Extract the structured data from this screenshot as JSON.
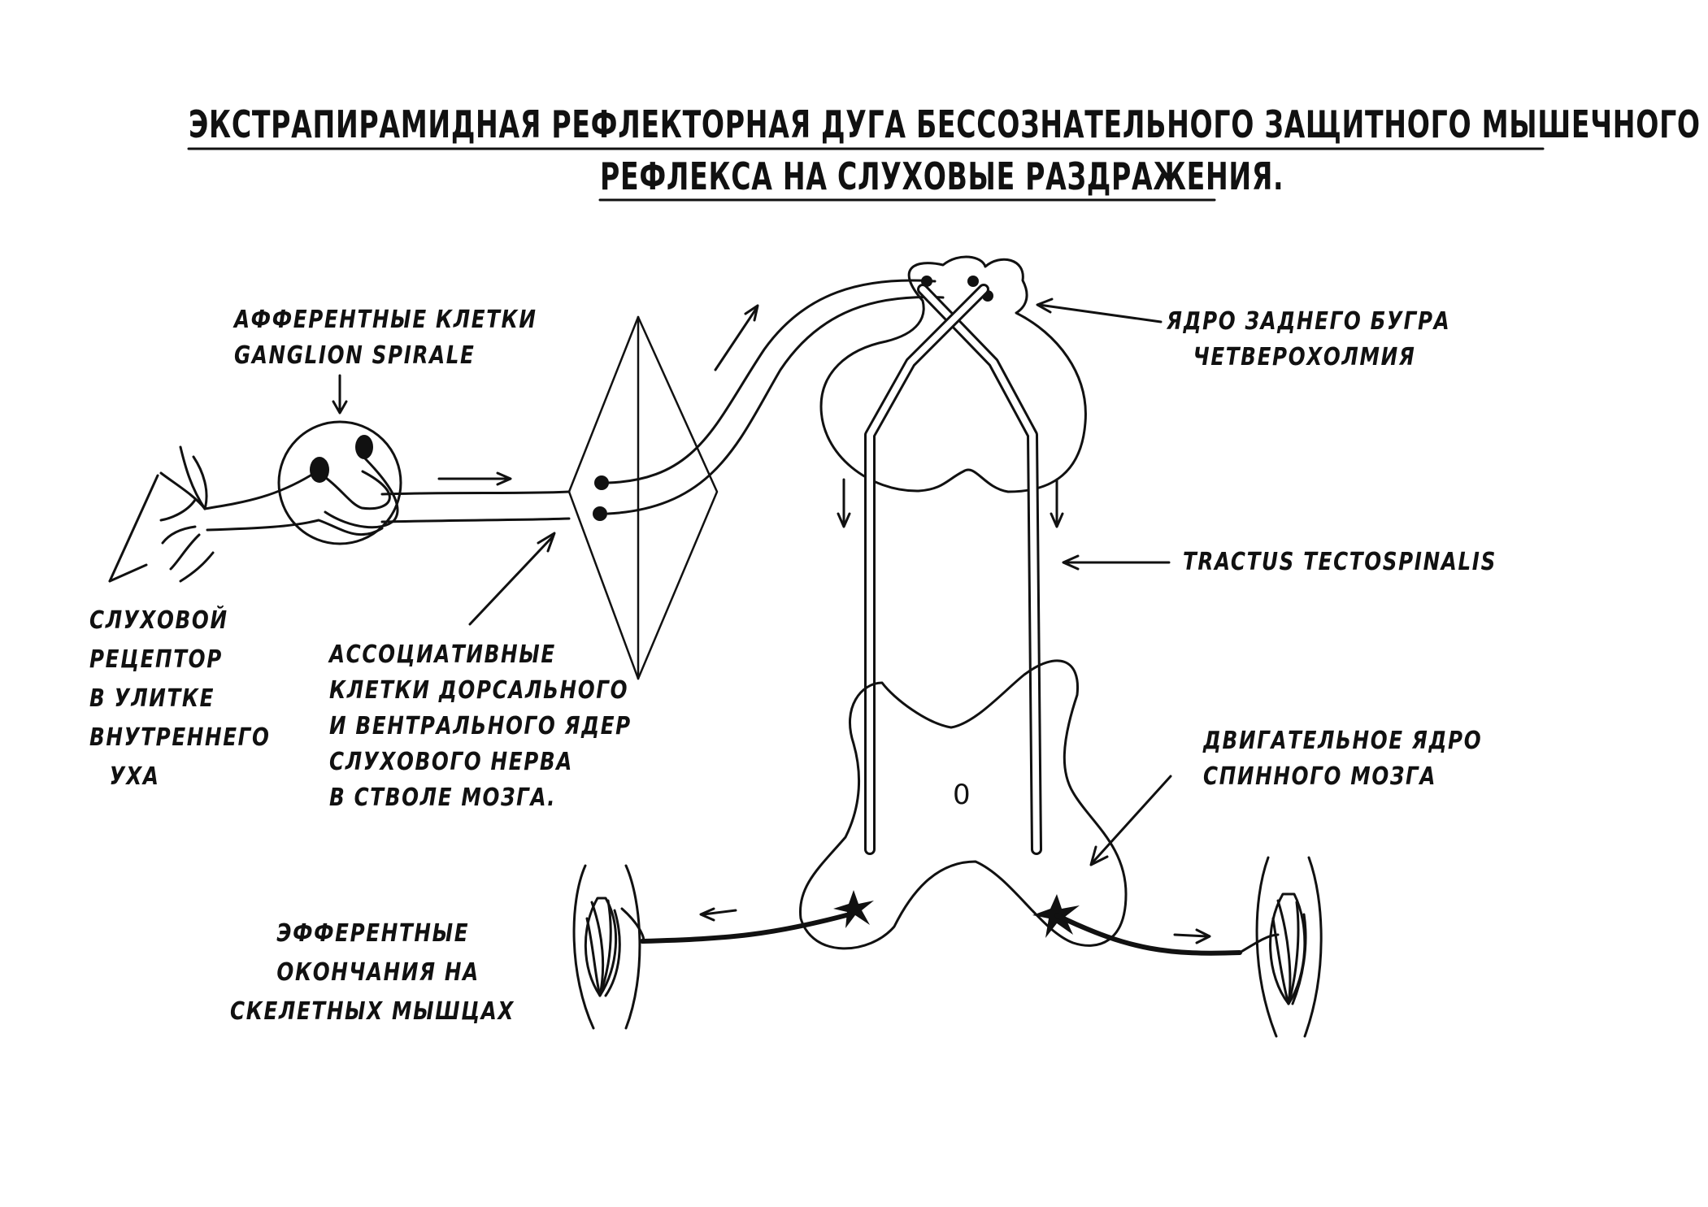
{
  "title": {
    "line1": "ЭКСТРАПИРАМИДНАЯ РЕФЛЕКТОРНАЯ ДУГА БЕССОЗНАТЕЛЬНОГО ЗАЩИТНОГО МЫШЕЧНОГО",
    "line2": "РЕФЛЕКСА НА СЛУХОВЫЕ РАЗДРАЖЕНИЯ."
  },
  "labels": {
    "afferent": [
      "АФФЕРЕНТНЫЕ КЛЕТКИ",
      "GANGLION SPIRALE"
    ],
    "receptor": [
      "СЛУХОВОЙ",
      "РЕЦЕПТОР",
      "В УЛИТКЕ",
      "ВНУТРЕННЕГО",
      "УХА"
    ],
    "associative": [
      "АССОЦИАТИВНЫЕ",
      "КЛЕТКИ ДОРСАЛЬНОГО",
      "И ВЕНТРАЛЬНОГО ЯДЕР",
      "СЛУХОВОГО НЕРВА",
      "В СТВОЛЕ МОЗГА."
    ],
    "nucleus": [
      "ЯДРО ЗАДНЕГО БУГРА",
      "ЧЕТВЕРОХОЛМИЯ"
    ],
    "tract": "TRACTUS TECTOSPINALIS",
    "motor": [
      "ДВИГАТЕЛЬНОЕ ЯДРО",
      "СПИННОГО МОЗГА"
    ],
    "efferent": [
      "ЭФФЕРЕНТНЫЕ",
      "ОКОНЧАНИЯ НА",
      "СКЕЛЕТНЫХ МЫШЦАХ"
    ],
    "canal": "0"
  }
}
